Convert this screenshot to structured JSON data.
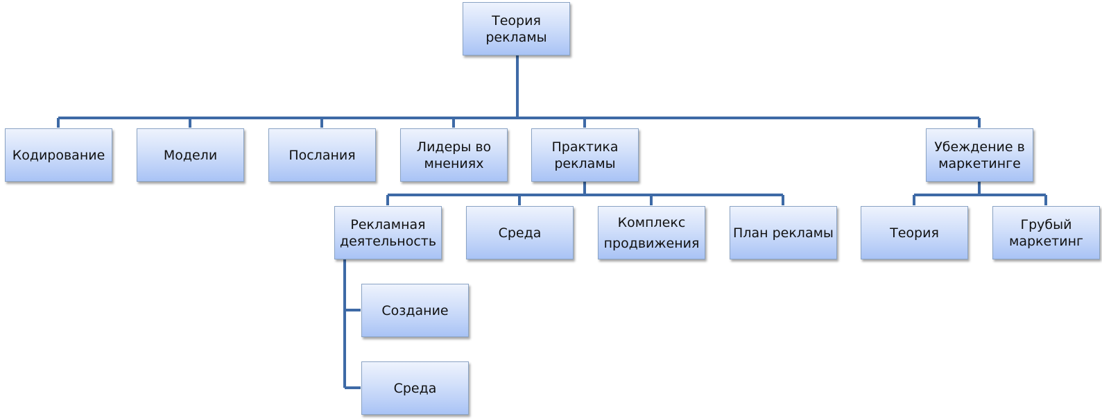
{
  "diagram": {
    "root": "Теория рекламы",
    "level1": {
      "kodirovanie": "Кодирование",
      "modeli": "Модели",
      "poslaniya": "Послания",
      "lidery": "Лидеры во мнениях",
      "praktika": "Практика рекламы",
      "ubezhdenie": "Убеждение в маркетинге"
    },
    "praktika_children": {
      "reklamnaya": "Рекламная деятельность",
      "sreda": "Среда",
      "kompleks": "Комплекс продвижения",
      "plan": "План рекламы"
    },
    "reklamnaya_children": {
      "sozdanie": "Создание",
      "sreda": "Среда"
    },
    "ubezhdenie_children": {
      "teoriya": "Теория",
      "grubyi": "Грубый маркетинг"
    },
    "colors": {
      "connector": "#3e6aa6",
      "box_top": "#eef3fd",
      "box_bottom": "#a9c3f5",
      "box_border": "#8aa3c4"
    }
  }
}
